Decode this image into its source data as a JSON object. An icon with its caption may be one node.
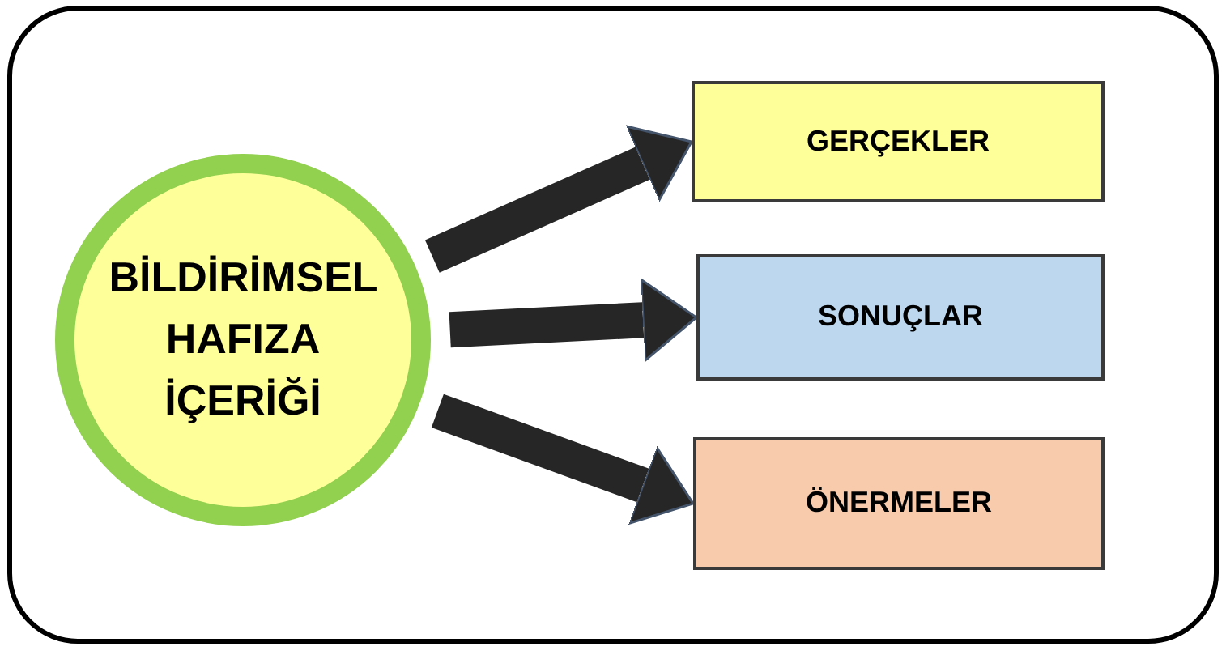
{
  "diagram": {
    "nodes": [
      {
        "text": [
          "BİLDİRİMSEL HAFIZA İÇERİĞİ"
        ]
      },
      {
        "text": [
          "GERÇEKLER"
        ]
      },
      {
        "text": [
          "SONUÇLAR"
        ]
      },
      {
        "text": [
          "ÖNERMELER"
        ]
      }
    ],
    "edges": [
      {
        "from": 0,
        "to": 1,
        "arrow": "to"
      },
      {
        "from": 0,
        "to": 2,
        "arrow": "to"
      },
      {
        "from": 0,
        "to": 3,
        "arrow": "to"
      }
    ]
  }
}
